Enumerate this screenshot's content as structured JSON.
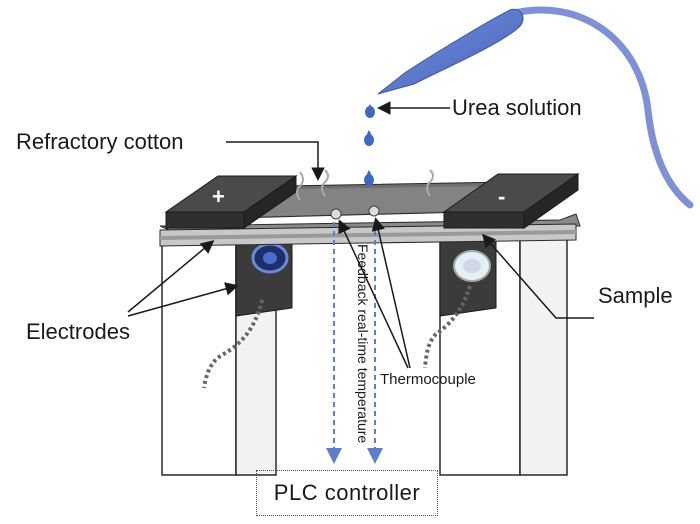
{
  "labels": {
    "urea_solution": "Urea solution",
    "refractory_cotton": "Refractory cotton",
    "sample": "Sample",
    "electrodes": "Electrodes",
    "thermocouple": "Thermocouple",
    "feedback": "Feedback real-time temperature",
    "plc_controller": "PLC controller",
    "plus": "+",
    "minus": "-"
  },
  "colors": {
    "pipette": "#4d6fc4",
    "tube": "#7d90d8",
    "droplet": "#3f67c8",
    "arrow_blue": "#5b7fd0",
    "dark_block": "#3a3a3a",
    "plate": "#9a9a9a",
    "support": "#ffffff",
    "outline": "#2a2a2a"
  }
}
